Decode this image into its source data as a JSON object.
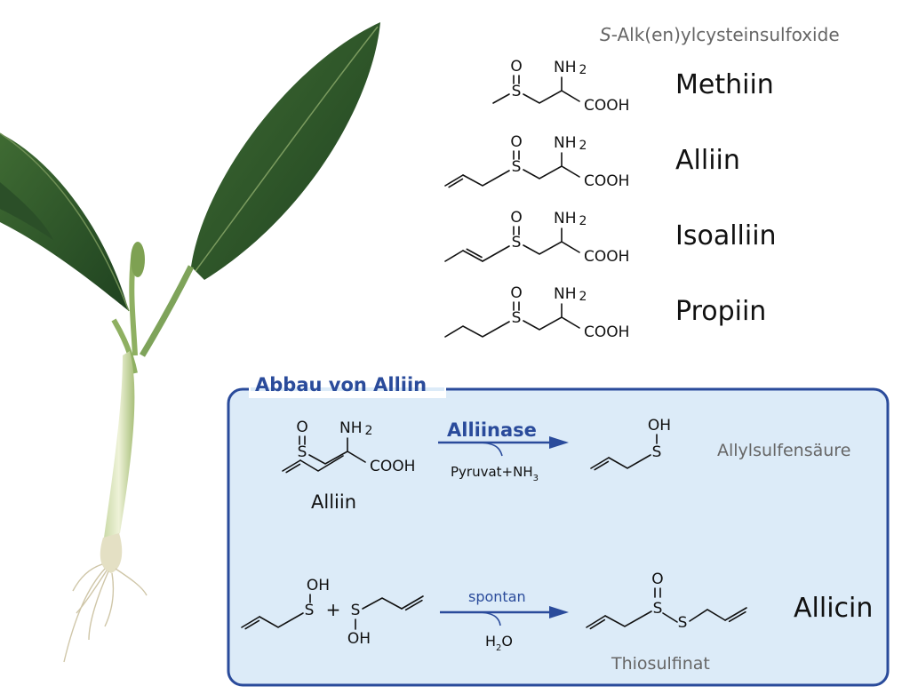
{
  "header": {
    "italic_prefix": "S",
    "title_rest": "-Alk(en)ylcysteinsulfoxide"
  },
  "compounds": [
    {
      "name": "Methiin"
    },
    {
      "name": "Alliin"
    },
    {
      "name": "Isoalliin"
    },
    {
      "name": "Propiin"
    }
  ],
  "atoms": {
    "O": "O",
    "S": "S",
    "NH": "NH",
    "two": "2",
    "COOH": "COOH",
    "OH": "OH",
    "plus": "+"
  },
  "box": {
    "title": "Abbau von Alliin",
    "border_color": "#2a4b9b",
    "fill_color": "#dcebf8",
    "reaction1": {
      "substrate": "Alliin",
      "enzyme": "Alliinase",
      "byproduct": "Pyruvat+NH",
      "byproduct_sub": "3",
      "product": "Allylsulfensäure"
    },
    "reaction2": {
      "condition": "spontan",
      "byproduct": "H",
      "byproduct_sub": "2",
      "byproduct_rest": "O",
      "product": "Allicin",
      "product_class": "Thiosulfinat"
    }
  }
}
